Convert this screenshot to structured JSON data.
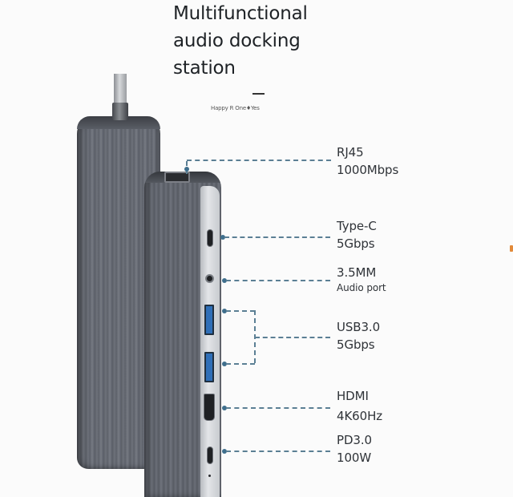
{
  "heading": {
    "lines": [
      "Multifunctional",
      "audio docking",
      "station"
    ],
    "subtitle": "Happy R One♦Yes"
  },
  "ports": [
    {
      "id": "rj45",
      "line1": "RJ45",
      "line2": "1000Mbps"
    },
    {
      "id": "type-c",
      "line1": "Type-C",
      "line2": "5Gbps"
    },
    {
      "id": "audio",
      "line1": "3.5MM",
      "line2": "Audio port"
    },
    {
      "id": "usb",
      "line1": "USB3.0",
      "line2": "5Gbps"
    },
    {
      "id": "hdmi",
      "line1": "HDMI",
      "line2": "4K60Hz"
    },
    {
      "id": "pd",
      "line1": "PD3.0",
      "line2": "100W"
    }
  ],
  "colors": {
    "background": "#fbfbfb",
    "device_body": "#62666e",
    "port_panel": "#d6d8db",
    "usb_blue": "#2f6fb8",
    "connector_line": "#5b7f94",
    "text": "#2f3338"
  }
}
